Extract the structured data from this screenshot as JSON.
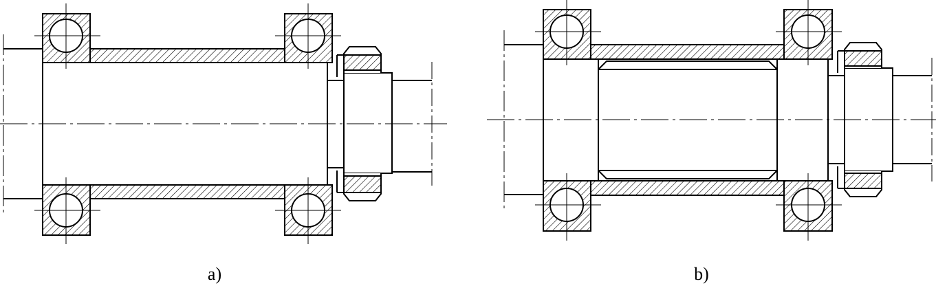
{
  "figures": [
    {
      "id": "a",
      "caption": "a)"
    },
    {
      "id": "b",
      "caption": "b)"
    }
  ]
}
